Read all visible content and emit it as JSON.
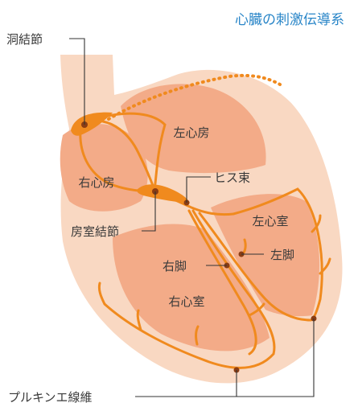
{
  "title": "心臓の刺激伝導系",
  "labels": {
    "sinus_node": "洞結節",
    "right_atrium": "右心房",
    "left_atrium": "左心房",
    "his_bundle": "ヒス束",
    "av_node": "房室結節",
    "left_ventricle": "左心室",
    "left_bundle": "左脚",
    "right_bundle": "右脚",
    "right_ventricle": "右心室",
    "purkinje_fibers": "プルキンエ線維"
  },
  "colors": {
    "outer_tissue": "#f9d8c2",
    "chamber": "#f3ab88",
    "conduction_path": "#f08a1e",
    "node_point": "#8a3d14",
    "title": "#2a86c8"
  }
}
